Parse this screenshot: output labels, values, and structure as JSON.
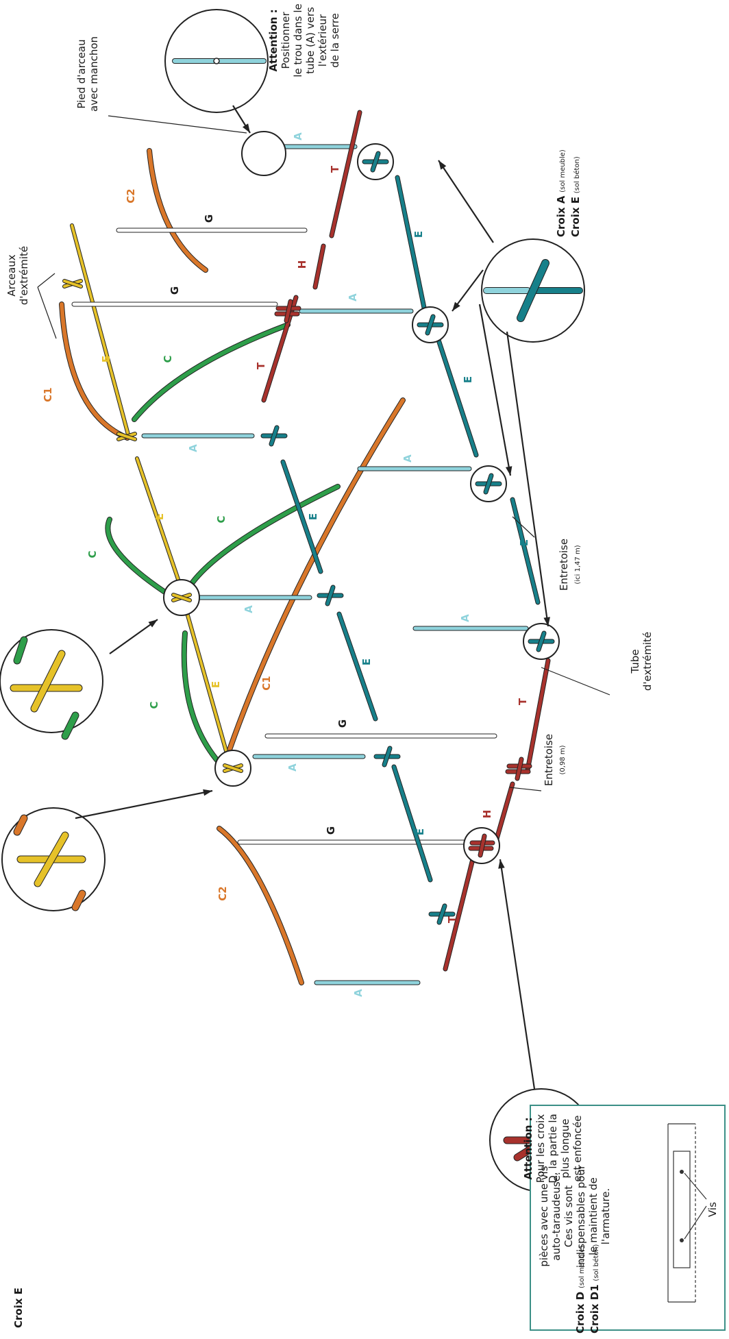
{
  "colors": {
    "A": "#8fd3dc",
    "E_teal": "#17808a",
    "E_yellow": "#e6c229",
    "C": "#2e9e4a",
    "C1": "#d9772a",
    "red": "#a8322d",
    "G": "#ffffff",
    "outline": "#1a1a1a"
  },
  "labels": {
    "A": "A",
    "E": "E",
    "G": "G",
    "C": "C",
    "C1": "C1",
    "C2": "C2",
    "T": "T",
    "H": "H"
  },
  "annotations": {
    "croix_e": "Croix E",
    "croix_a_title": "Croix A",
    "croix_a_note": "(sol meuble)",
    "croix_e2_title": "Croix E",
    "croix_e2_note": "(sol béton)",
    "croix_d_title": "Croix D",
    "croix_d_note": "(sol meuble)",
    "croix_d1_title": "Croix D1",
    "croix_d1_note": "(sol béton)",
    "pied_line1": "Pied d'arceau",
    "pied_line2": "avec manchon",
    "arceaux_line1": "Arceaux",
    "arceaux_line2": "d'extrémité",
    "attention_top_title": "Attention :",
    "attention_top_lines": [
      "Positionner",
      "le trou dans le",
      "tube (A) vers",
      "l'extérieur",
      "de la serre"
    ],
    "attention_bottom_title": "Attention :",
    "attention_bottom_lines": [
      "Pour les croix",
      "D, la partie la",
      "plus longue",
      "est enfoncée"
    ],
    "entretoise_147_title": "Entretoise",
    "entretoise_147_note": "(ici 1,47 m)",
    "entretoise_098_title": "Entretoise",
    "entretoise_098_note": "(0,98 m)",
    "tube_ext_line1": "Tube",
    "tube_ext_line2": "d'extrémité"
  },
  "screw_box": {
    "lines": [
      "pièces avec une vis",
      "auto-taraudeuse.",
      "Ces vis sont",
      "indispensables pour",
      "le maintient de",
      "l'armature."
    ],
    "vis_label": "Vis"
  }
}
